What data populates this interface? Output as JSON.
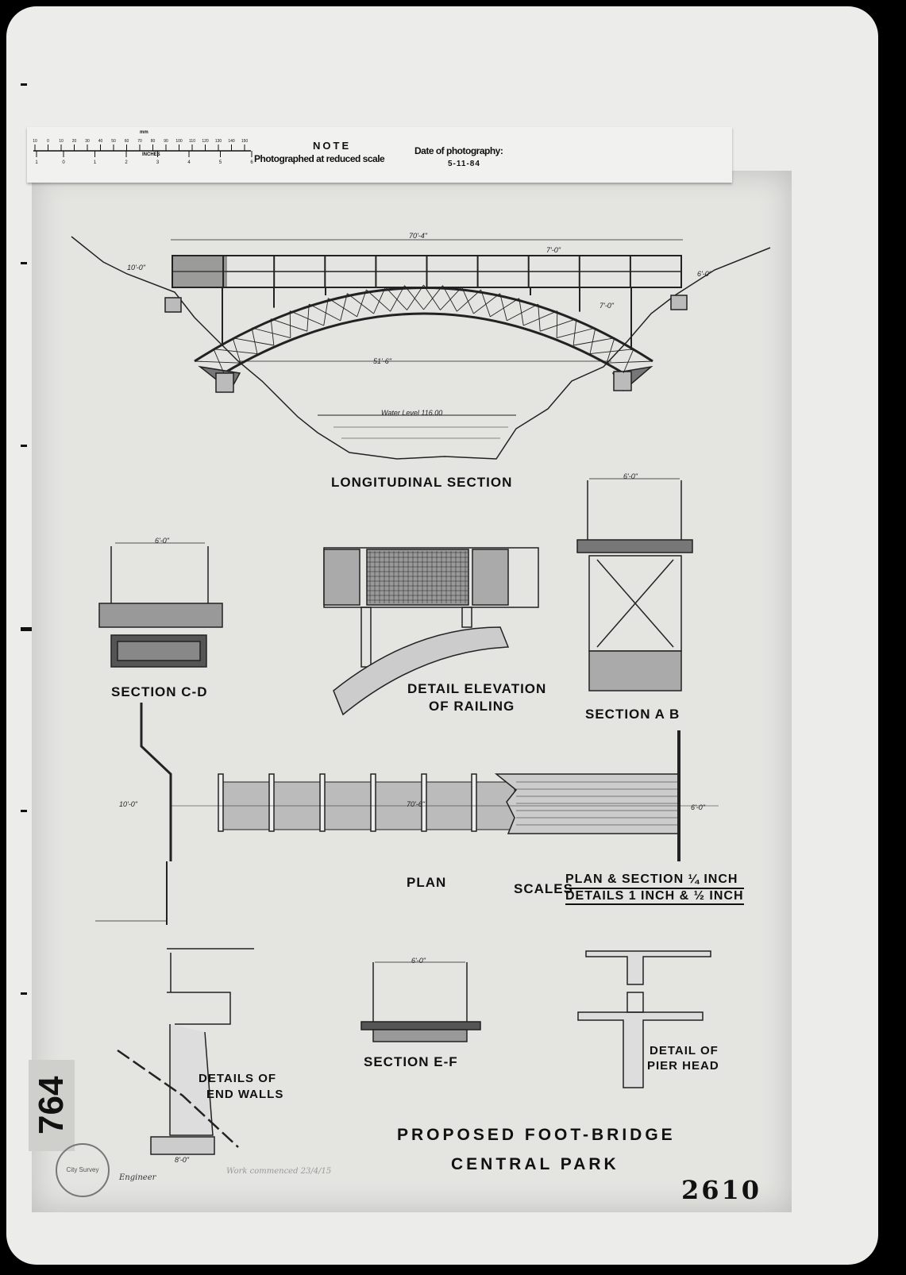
{
  "ruler": {
    "top_ticks": [
      "10",
      "0",
      "10",
      "20",
      "30",
      "40",
      "50",
      "60",
      "70",
      "80",
      "90",
      "100",
      "110",
      "120",
      "130",
      "140",
      "150"
    ],
    "bottom_ticks": [
      "1",
      "0",
      "1",
      "2",
      "3",
      "4",
      "5",
      "6"
    ],
    "unit_label": "INCHES",
    "unit_top": "mm"
  },
  "note": {
    "heading": "NOTE",
    "text": "Photographed at reduced scale",
    "date_label": "Date of photography:",
    "date_value": "5-11-84"
  },
  "drawing": {
    "views": {
      "longitudinal_section": "Longitudinal Section",
      "section_cd": "Section C-D",
      "detail_railing_1": "Detail Elevation",
      "detail_railing_2": "of Railing",
      "section_ab": "Section A B",
      "plan": "Plan",
      "section_ef": "Section E-F",
      "end_walls_1": "Details of",
      "end_walls_2": "End Walls",
      "pier_head_1": "Detail of",
      "pier_head_2": "Pier Head"
    },
    "scales": {
      "label": "Scales",
      "line1": "Plan & Section ¼ Inch",
      "line2": "Details 1 Inch & ½ Inch"
    },
    "dimensions": {
      "span_total": "70'-4\"",
      "panel": "7'-0\"",
      "arch_span": "51'-6\"",
      "end_left": "10'-0\"",
      "end_right": "6'-0\"",
      "post": "7'-0\"",
      "water_level": "Water Level 116.00",
      "cd_width": "6'-0\"",
      "ab_width": "6'-0\"",
      "plan_length": "70'-6\"",
      "plan_width": "10'-0\"",
      "plan_side": "6'-0\"",
      "ef_width": "6'-0\"",
      "wall_base": "8'-0\""
    },
    "title_line1": "Proposed Foot-Bridge",
    "title_line2": "Central Park",
    "sheet_number": "2610",
    "file_number": "764",
    "handwritten_note": "Work commenced 23/4/15",
    "signature": "Engineer",
    "stamp_text": "City Survey"
  }
}
